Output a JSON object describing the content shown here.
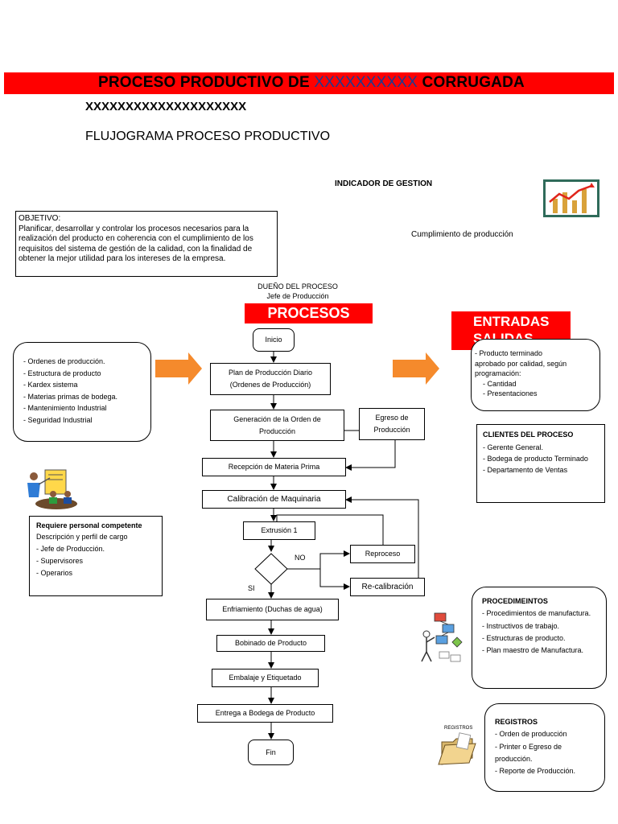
{
  "header": {
    "title_prefix": "PROCESO PRODUCTIVO DE ",
    "title_mask": "XXXXXXXXXX",
    "title_suffix": " CORRUGADA",
    "subtitle": "XXXXXXXXXXXXXXXXXXXX",
    "flujograma": "FLUJOGRAMA PROCESO PRODUCTIVO"
  },
  "indicador": {
    "title": "INDICADOR DE GESTION",
    "label": "Cumplimiento de producción"
  },
  "objetivo": {
    "heading": "OBJETIVO:",
    "text": "Planificar, desarrollar y controlar los procesos necesarios para la realización del producto en coherencia con el cumplimiento de los requisitos del sistema de gestión de la calidad, con la finalidad de obtener la mejor utilidad para los intereses de la empresa."
  },
  "dueno": {
    "heading": "DUEÑO DEL PROCESO",
    "name": "Jefe de Producción"
  },
  "procesos_label": "PROCESOS",
  "entradas_salidas": {
    "line1": "ENTRADAS",
    "line2": "SALIDAS"
  },
  "inputs": [
    "- Ordenes de producción.",
    "- Estructura de producto",
    "- Kardex sistema",
    "- Materias primas de bodega.",
    "- Mantenimiento Industrial",
    "- Seguridad Industrial"
  ],
  "outputs": {
    "lines": [
      "- Producto terminado",
      "aprobado por calidad, según",
      "programación:"
    ],
    "sub": [
      "- Cantidad",
      "- Presentaciones"
    ]
  },
  "clientes": {
    "heading": "CLIENTES DEL PROCESO",
    "items": [
      "- Gerente General.",
      "- Bodega de producto Terminado",
      "- Departamento de Ventas"
    ]
  },
  "requiere": {
    "heading": "Requiere personal competente",
    "sub": "Descripción y perfil de cargo",
    "items": [
      "- Jefe de Producción.",
      "- Supervisores",
      "- Operarios"
    ]
  },
  "procedimientos": {
    "heading": "PROCEDIMEINTOS",
    "items": [
      "- Procedimientos de manufactura.",
      "- Instructivos de trabajo.",
      "- Estructuras de producto.",
      "- Plan maestro de Manufactura."
    ]
  },
  "registros": {
    "heading": "REGISTROS",
    "icon_label": "REGISTROS",
    "items": [
      "- Orden de producción",
      "- Printer o Egreso de producción.",
      "- Reporte de Producción."
    ]
  },
  "flow": {
    "inicio": "Inicio",
    "plan": "Plan de Producción Diario (Ordenes de Producción)",
    "generacion": "Generación de la Orden de Producción",
    "egreso": "Egreso de Producción",
    "recepcion": "Recepción de Materia Prima",
    "calibracion": "Calibración de Maquinaria",
    "extrusion": "Extrusión 1",
    "decision_no": "NO",
    "decision_si": "SI",
    "reproceso": "Reproceso",
    "recalibracion": "Re-calibración",
    "enfriamiento": "Enfriamiento (Duchas de agua)",
    "bobinado": "Bobinado de Producto",
    "embalaje": "Embalaje y Etiquetado",
    "entrega": "Entrega a Bodega de Producto",
    "fin": "Fin"
  },
  "colors": {
    "banner": "#ff0000",
    "arrow": "#f58a2c",
    "mask_text": "#1f3a8f"
  },
  "icons": [
    "chart-icon",
    "meeting-icon",
    "flowchart-icon",
    "folder-icon"
  ]
}
